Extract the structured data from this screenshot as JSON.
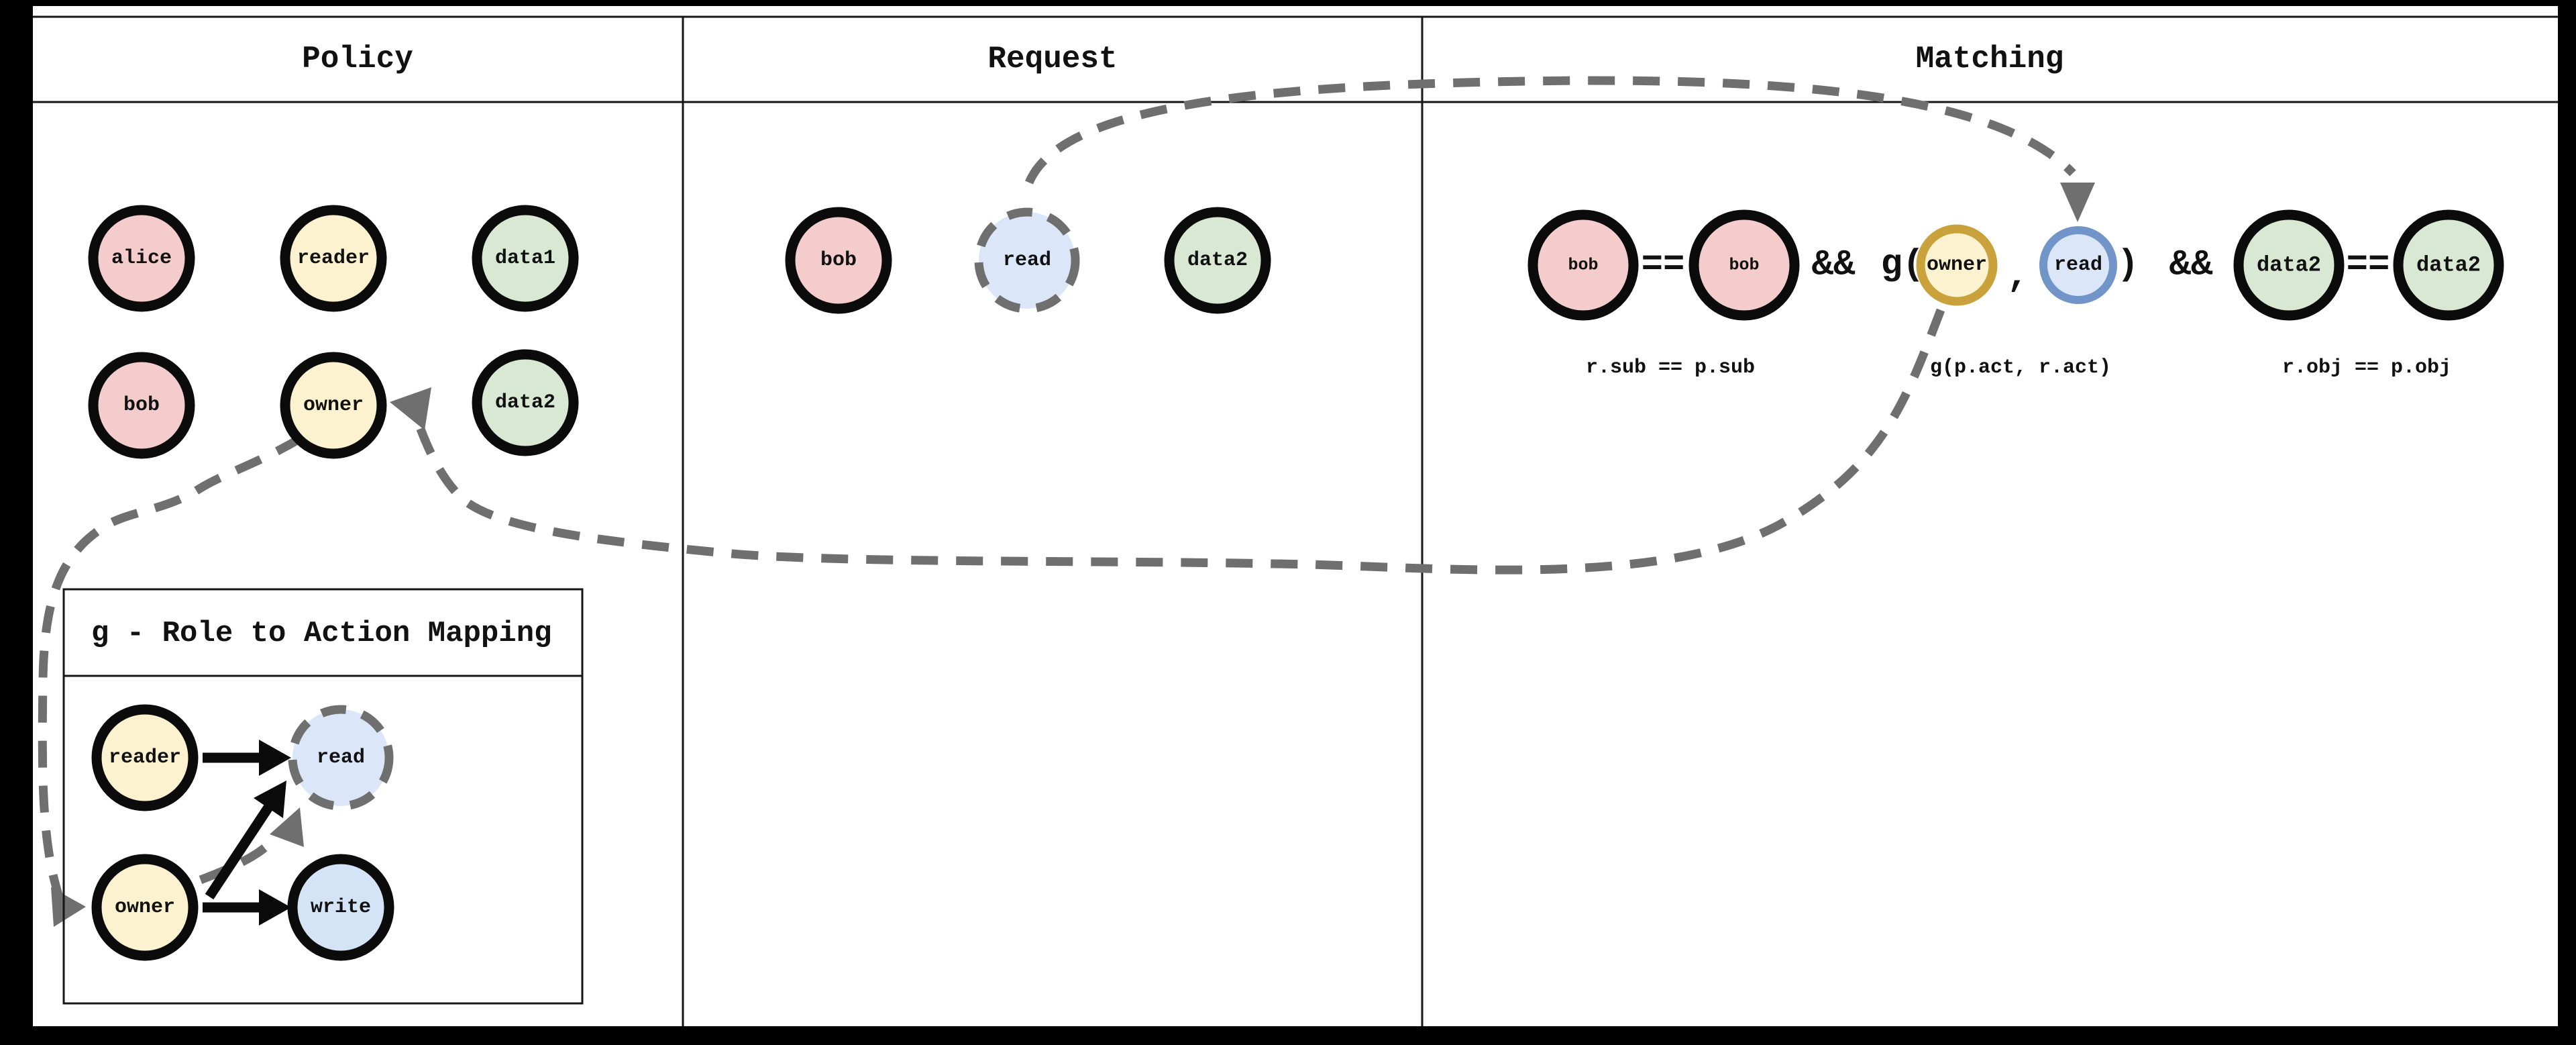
{
  "colors": {
    "background": "#000000",
    "panel": "#ffffff",
    "pink": "#f4cccc",
    "yellow": "#fdf2cf",
    "green": "#d8e8d3",
    "blue": "#d5e3f6",
    "blue_light": "#dbe7f9",
    "gold_border": "#c9a23c",
    "blue_border": "#7295c9",
    "dash_gray": "#6f6f6f"
  },
  "panels": {
    "policy": "Policy",
    "request": "Request",
    "matching": "Matching"
  },
  "policy": {
    "nodes": [
      {
        "label": "alice"
      },
      {
        "label": "reader"
      },
      {
        "label": "data1"
      },
      {
        "label": "bob"
      },
      {
        "label": "owner"
      },
      {
        "label": "data2"
      }
    ]
  },
  "gbox": {
    "title": "g - Role to Action Mapping",
    "nodes": [
      {
        "label": "reader"
      },
      {
        "label": "read"
      },
      {
        "label": "owner"
      },
      {
        "label": "write"
      }
    ]
  },
  "request": {
    "nodes": [
      {
        "label": "bob"
      },
      {
        "label": "read"
      },
      {
        "label": "data2"
      }
    ]
  },
  "matching": {
    "nodes": [
      {
        "label": "bob"
      },
      {
        "label": "bob"
      },
      {
        "label": "owner"
      },
      {
        "label": "read"
      },
      {
        "label": "data2"
      },
      {
        "label": "data2"
      }
    ],
    "tokens": [
      "==",
      "&&",
      "g(",
      ",",
      ")",
      "&&",
      "=="
    ],
    "sublabels": [
      "r.sub == p.sub",
      "g(p.act, r.act)",
      "r.obj == p.obj"
    ]
  }
}
